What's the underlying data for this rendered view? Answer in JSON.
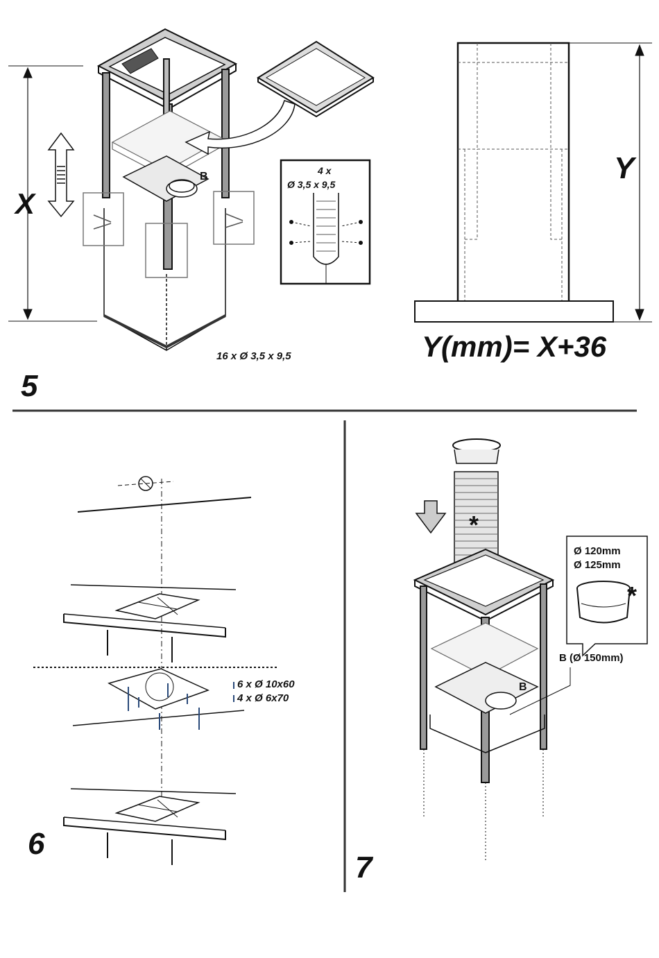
{
  "steps": {
    "step5": {
      "number": "5",
      "dim_x": "X",
      "dim_y": "Y",
      "part_b": "B",
      "detail_qty": "4 x",
      "detail_screw": "Ø 3,5 x 9,5",
      "screws_total": "16 x Ø 3,5 x 9,5",
      "formula": "Y(mm)= X+36"
    },
    "step6": {
      "number": "6",
      "fixings_line1": "6 x Ø 10x60",
      "fixings_line2": "4 x Ø 6x70"
    },
    "step7": {
      "number": "7",
      "asterisk": "*",
      "part_b": "B",
      "part_b_diameter": "B (Ø 150mm)",
      "adapter_d1": "Ø 120mm",
      "adapter_d2": "Ø 125mm"
    }
  },
  "colors": {
    "line": "#111111",
    "frame_fill": "#8a8a8a",
    "screw_blue": "#2a4a7a"
  }
}
